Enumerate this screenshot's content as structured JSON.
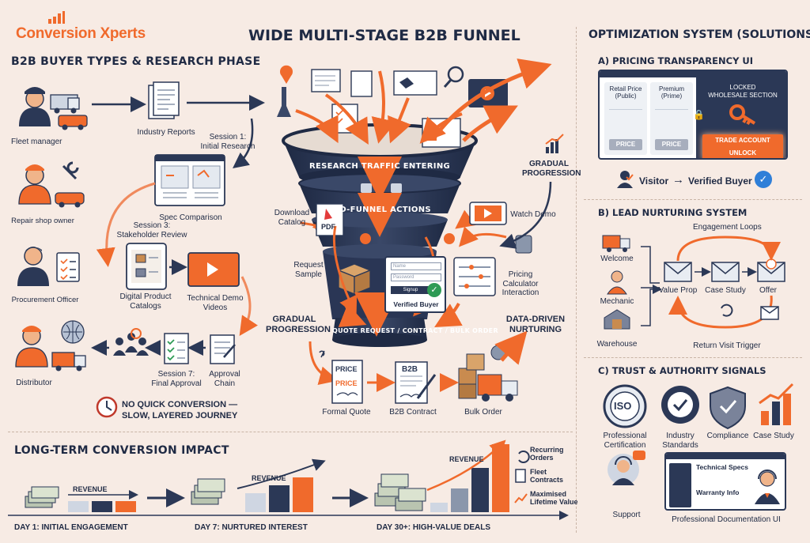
{
  "header": {
    "logo": "Conversion Xperts",
    "title": "WIDE MULTI-STAGE B2B FUNNEL",
    "right_title": "OPTIMIZATION SYSTEM (SOLUTIONS)"
  },
  "left": {
    "title": "B2B BUYER TYPES & RESEARCH PHASE",
    "buyers": [
      "Fleet manager",
      "Repair shop owner",
      "Procurement Officer",
      "Distributor"
    ],
    "steps": {
      "industry_reports": "Industry Reports",
      "session1": "Session 1:\nInitial Research",
      "spec_comparison": "Spec Comparison",
      "session3": "Session 3:\nStakeholder Review",
      "digital_catalogs": "Digital Product\nCatalogs",
      "tech_demo": "Technical Demo\nVideos",
      "session7": "Session 7:\nFinal Approval",
      "approval_chain": "Approval\nChain"
    },
    "no_quick": "NO QUICK CONVERSION —\nSLOW, LAYERED JOURNEY"
  },
  "funnel": {
    "ring1": "RESEARCH TRAFFIC ENTERING",
    "ring2": "MID-FUNNEL ACTIONS",
    "ring3": "QUOTE REQUEST / CONTRACT / BULK ORDER",
    "download_catalog": "Download\nCatalog",
    "pdf": "PDF",
    "watch_demo": "Watch Demo",
    "gradual_right": "GRADUAL\nPROGRESSION",
    "gradual_left": "GRADUAL\nPROGRESSION",
    "request_sample": "Request\nSample",
    "pricing_calc": "Pricing\nCalculator\nInteraction",
    "data_driven": "DATA-DRIVEN\nNURTURING",
    "login": {
      "name": "Name",
      "password": "Password",
      "signup": "Signup",
      "verified": "Verified Buyer"
    },
    "formal_quote": "Formal Quote",
    "price1": "PRICE",
    "price2": "PRICE",
    "b2b_doc": "B2B",
    "b2b_contract": "B2B Contract",
    "bulk_order": "Bulk Order"
  },
  "impact": {
    "title": "LONG-TERM CONVERSION IMPACT",
    "day1": "DAY 1: INITIAL ENGAGEMENT",
    "day7": "DAY 7: NURTURED INTEREST",
    "day30": "DAY 30+: HIGH-VALUE DEALS",
    "revenue": "REVENUE",
    "benefits": [
      "Recurring\nOrders",
      "Fleet\nContracts",
      "Maximised\nLifetime Value"
    ]
  },
  "pricing": {
    "title": "A) PRICING TRANSPARENCY UI",
    "retail": "Retail Price\n(Public)",
    "premium": "Premium\n(Prime)",
    "locked": "LOCKED\nWHOLESALE SECTION",
    "price_btn": "PRICE",
    "unlock_btn": "TRADE ACCOUNT UNLOCK",
    "visitor": "Visitor",
    "arrow": "→",
    "verified": "Verified Buyer"
  },
  "nurturing": {
    "title": "B) LEAD NURTURING SYSTEM",
    "loops": "Engagement Loops",
    "sources": [
      "Welcome",
      "Mechanic",
      "Warehouse"
    ],
    "emails": [
      "Value Prop",
      "Case Study",
      "Offer"
    ],
    "trigger": "Return Visit Trigger"
  },
  "trust": {
    "title": "C) TRUST & AUTHORITY SIGNALS",
    "items": [
      "Professional\nCertification",
      "Industry\nStandards",
      "Compliance",
      "Case Study"
    ],
    "iso": "ISO",
    "support": "Support",
    "doc_specs": "Technical Specs",
    "doc_warranty": "Warranty Info",
    "doc_caption": "Professional Documentation UI"
  },
  "colors": {
    "navy": "#26334f",
    "orange": "#f06a2c",
    "bg": "#f7ebe4"
  }
}
